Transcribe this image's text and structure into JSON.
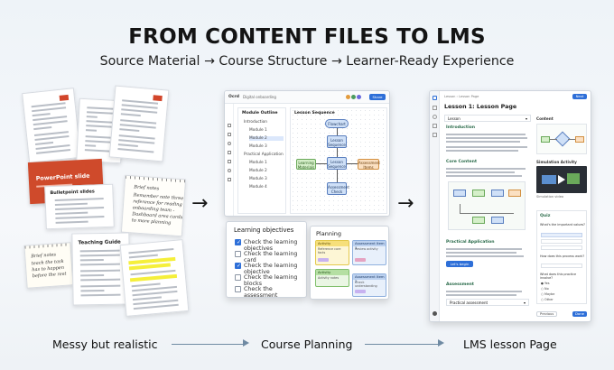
{
  "header": {
    "title": "FROM CONTENT FILES TO LMS",
    "subtitle": "Source Material → Course Structure → Learner-Ready Experience"
  },
  "source": {
    "ppt_title": "PowerPoint slide",
    "bullet_title": "Bulletpoint slides",
    "notes_title": "Brief notes",
    "notes_lines": [
      "Remember note three",
      "reference for reading",
      "onboarding team -",
      "Dashboard area cards",
      "to more planning"
    ],
    "guide_title": "Teaching Guide",
    "jot_title": "Brief notes",
    "jot_lines": [
      "teach the task",
      "has to happen",
      "before the rest"
    ]
  },
  "planning_app": {
    "app_name": "Ocrd",
    "project": "Digital onboarding",
    "share_label": "Share",
    "outline_title": "Module Outline",
    "outline_items": [
      "Introduction",
      "Module 1",
      "Module 2",
      "Module 3",
      "Practical Application",
      "Module 1",
      "Module 2",
      "Module 3",
      "Module 4"
    ],
    "sequence_title": "Lesson Sequence",
    "flow": {
      "start": "Flowchart",
      "lesson1": "Lesson Sequence",
      "lesson2": "Lesson Sequence",
      "left": "Learning Materials",
      "right": "Assessment Items",
      "end": "Assessment Check"
    },
    "objectives_title": "Learning objectives",
    "objectives": [
      {
        "label": "Check the learning objectives",
        "checked": true
      },
      {
        "label": "Check the learning card",
        "checked": false
      },
      {
        "label": "Check the learning objective",
        "checked": true
      },
      {
        "label": "Check the learning blocks",
        "checked": false
      },
      {
        "label": "Check the assessment",
        "checked": false
      }
    ],
    "planning_title": "Planning",
    "cards": [
      "Activity",
      "Assessment Item 1",
      "Activity",
      "Assessment Item 2"
    ],
    "card_notes": [
      "Reference core facts",
      "Review activity",
      "Activity notes",
      "Check understanding"
    ]
  },
  "lms": {
    "breadcrumb": "Lesson › Lesson Page",
    "page_title": "Lesson 1: Lesson Page",
    "next_label": "Next",
    "lesson_dropdown": "Lesson",
    "content_label": "Content",
    "intro": "Introduction",
    "core": "Core Content",
    "practical": "Practical Application",
    "practical_btn": "Let's begin activity",
    "assessment": "Assessment",
    "practical_assessment": "Practical assessment",
    "sim_title": "Simulation Activity",
    "sim_caption": "Simulation video",
    "quiz_title": "Quiz",
    "quiz_q1": "What's the important values?",
    "quiz_q2": "How does this process work?",
    "quiz_q3": "What does this practice involve?",
    "options": [
      "Yes",
      "No",
      "Maybe",
      "Other"
    ],
    "prev_label": "Previous",
    "done_label": "Done"
  },
  "flow_labels": {
    "left": "Messy but realistic",
    "middle": "Course Planning",
    "right": "LMS lesson Page"
  },
  "colors": {
    "accent": "#2e6fd8",
    "ppt_orange": "#d2452a",
    "highlight": "#f5ef3b",
    "arrow": "#6f8aa3"
  }
}
